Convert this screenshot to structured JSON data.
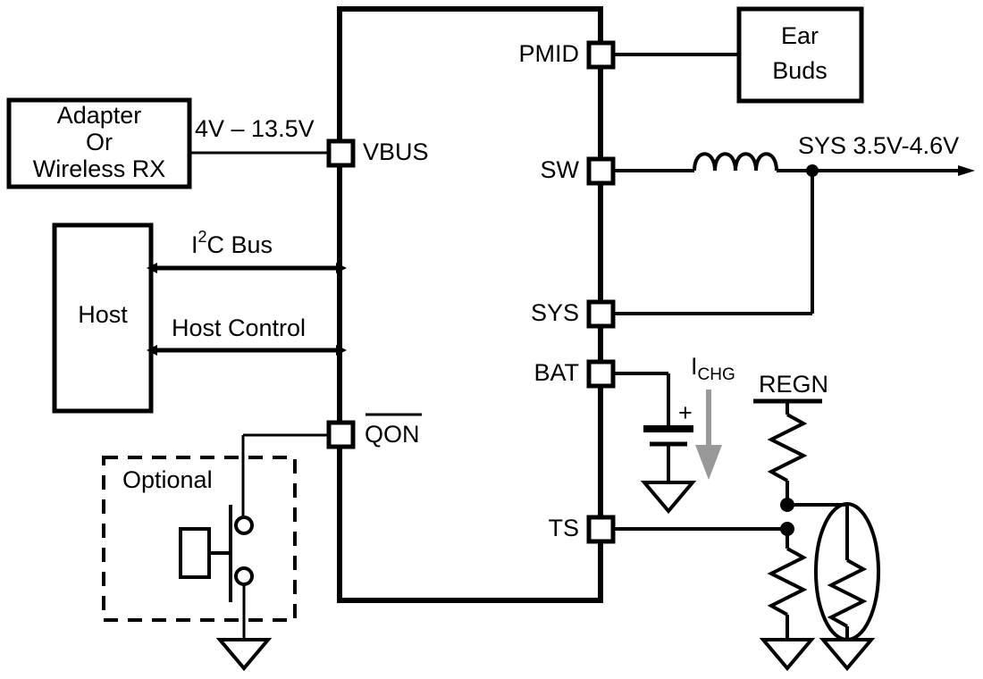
{
  "diagram": {
    "title": "Battery charger IC typical application schematic",
    "colors": {
      "line": "#000000",
      "background": "#ffffff",
      "ichg_arrow": "#999999"
    },
    "ic": {
      "name": "charger-ic-body",
      "pins_left": [
        {
          "id": "vbus",
          "label": "VBUS"
        },
        {
          "id": "qon",
          "label": "QON",
          "overline": true
        }
      ],
      "pins_right": [
        {
          "id": "pmid",
          "label": "PMID"
        },
        {
          "id": "sw",
          "label": "SW"
        },
        {
          "id": "sys",
          "label": "SYS"
        },
        {
          "id": "bat",
          "label": "BAT"
        },
        {
          "id": "ts",
          "label": "TS"
        }
      ]
    },
    "blocks": {
      "adapter": {
        "lines": [
          "Adapter",
          "Or",
          "Wireless RX"
        ]
      },
      "host": {
        "lines": [
          "Host"
        ]
      },
      "earbuds": {
        "lines": [
          "Ear",
          "Buds"
        ]
      },
      "optional": {
        "label": "Optional"
      }
    },
    "net_labels": {
      "vbus_range": "4V – 13.5V",
      "i2c_bus_main": "C Bus",
      "i2c_bus_prefix": "I",
      "i2c_bus_sup": "2",
      "host_control": "Host Control",
      "sys_rail": "SYS 3.5V-4.6V",
      "regn": "REGN",
      "ichg_prefix": "I",
      "ichg_sub": "CHG",
      "battery_polarity": "+"
    },
    "components": [
      {
        "name": "inductor",
        "between": [
          "sw",
          "sys_rail"
        ]
      },
      {
        "name": "battery",
        "between": [
          "bat",
          "gnd"
        ]
      },
      {
        "name": "regn-pullup-resistor",
        "between": [
          "regn",
          "ts-node"
        ]
      },
      {
        "name": "ts-pulldown-resistor",
        "between": [
          "ts-node",
          "gnd"
        ]
      },
      {
        "name": "ntc-thermistor",
        "between": [
          "ts-node",
          "gnd"
        ]
      },
      {
        "name": "pushbutton-switch",
        "between": [
          "qon",
          "gnd"
        ]
      }
    ]
  }
}
